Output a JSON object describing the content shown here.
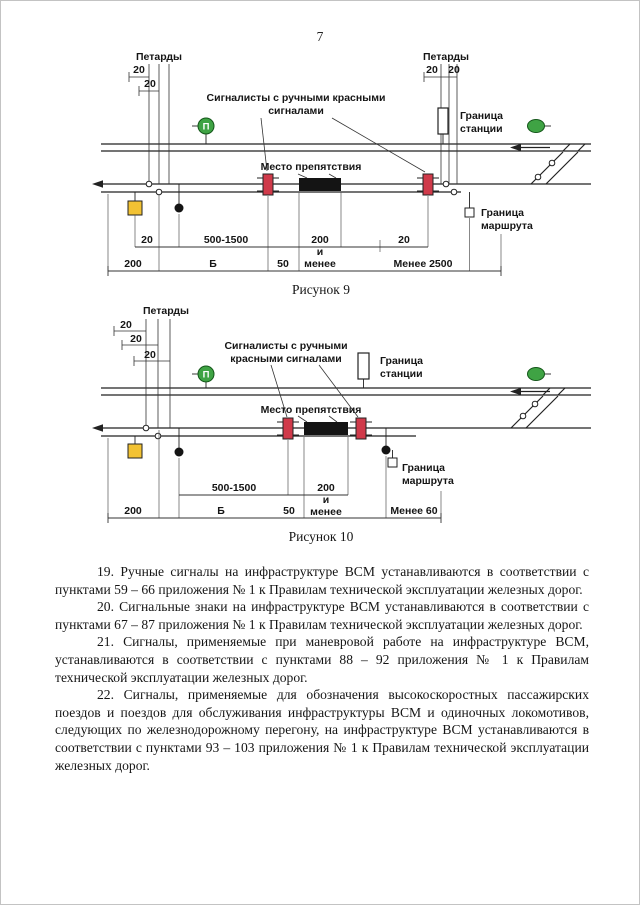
{
  "page": {
    "number": "7"
  },
  "colors": {
    "signal_red": "#d03a4a",
    "marker_yellow": "#f2c233",
    "signal_green": "#3fa344",
    "obstacle_black": "#141414",
    "symbol_white": "#ffffff"
  },
  "figure9": {
    "caption": "Рисунок 9",
    "petards_left": "Петарды",
    "petards_right": "Петарды",
    "signalers_line1": "Сигналисты с ручными красными",
    "signalers_line2": "сигналами",
    "station_border_line1": "Граница",
    "station_border_line2": "станции",
    "route_border_line1": "Граница",
    "route_border_line2": "маршрута",
    "obstacle_label": "Место препятствия",
    "shunting_signal_letter": "П",
    "dims": {
      "petard_gap_1": "20",
      "petard_gap_2": "20",
      "petard_gap_r1": "20",
      "petard_gap_r2": "20",
      "near_20_left": "20",
      "range_500_1500": "500-1500",
      "obstacle_200_l1": "200",
      "obstacle_200_l2": "и",
      "obstacle_200_l3": "менее",
      "near_20_right": "20",
      "base_200": "200",
      "b_label": "Б",
      "gap_50": "50",
      "less_2500": "Менее 2500"
    }
  },
  "figure10": {
    "caption": "Рисунок 10",
    "petards": "Петарды",
    "signalers_line1": "Сигналисты с ручными",
    "signalers_line2": "красными сигналами",
    "station_border_line1": "Граница",
    "station_border_line2": "станции",
    "route_border_line1": "Граница",
    "route_border_line2": "маршрута",
    "obstacle_label": "Место препятствия",
    "shunting_signal_letter": "П",
    "dims": {
      "petard_gap_1": "20",
      "petard_gap_2": "20",
      "petard_gap_3": "20",
      "range_500_1500": "500-1500",
      "obstacle_200_l1": "200",
      "obstacle_200_l2": "и",
      "obstacle_200_l3": "менее",
      "base_200": "200",
      "b_label": "Б",
      "gap_50": "50",
      "less_60": "Менее 60"
    }
  },
  "paragraphs": [
    "19. Ручные сигналы на инфраструктуре ВСМ устанавливаются в соответствии с пунктами 59 – 66 приложения № 1 к Правилам технической эксплуатации железных дорог.",
    "20. Сигнальные знаки на инфраструктуре ВСМ устанавливаются в соответствии с пунктами 67 – 87 приложения № 1 к Правилам технической эксплуатации железных дорог.",
    "21. Сигналы, применяемые при маневровой работе на инфраструктуре ВСМ, устанавливаются в соответствии с пунктами 88 – 92 приложения № 1 к Правилам технической эксплуатации железных дорог.",
    "22. Сигналы, применяемые для обозначения высокоскоростных пассажирских поездов и поездов для обслуживания инфраструктуры ВСМ и одиночных локомотивов, следующих по железнодорожному перегону, на инфраструктуре ВСМ устанавливаются в соответствии с пунктами 93 – 103 приложения № 1 к Правилам технической эксплуатации железных дорог."
  ]
}
